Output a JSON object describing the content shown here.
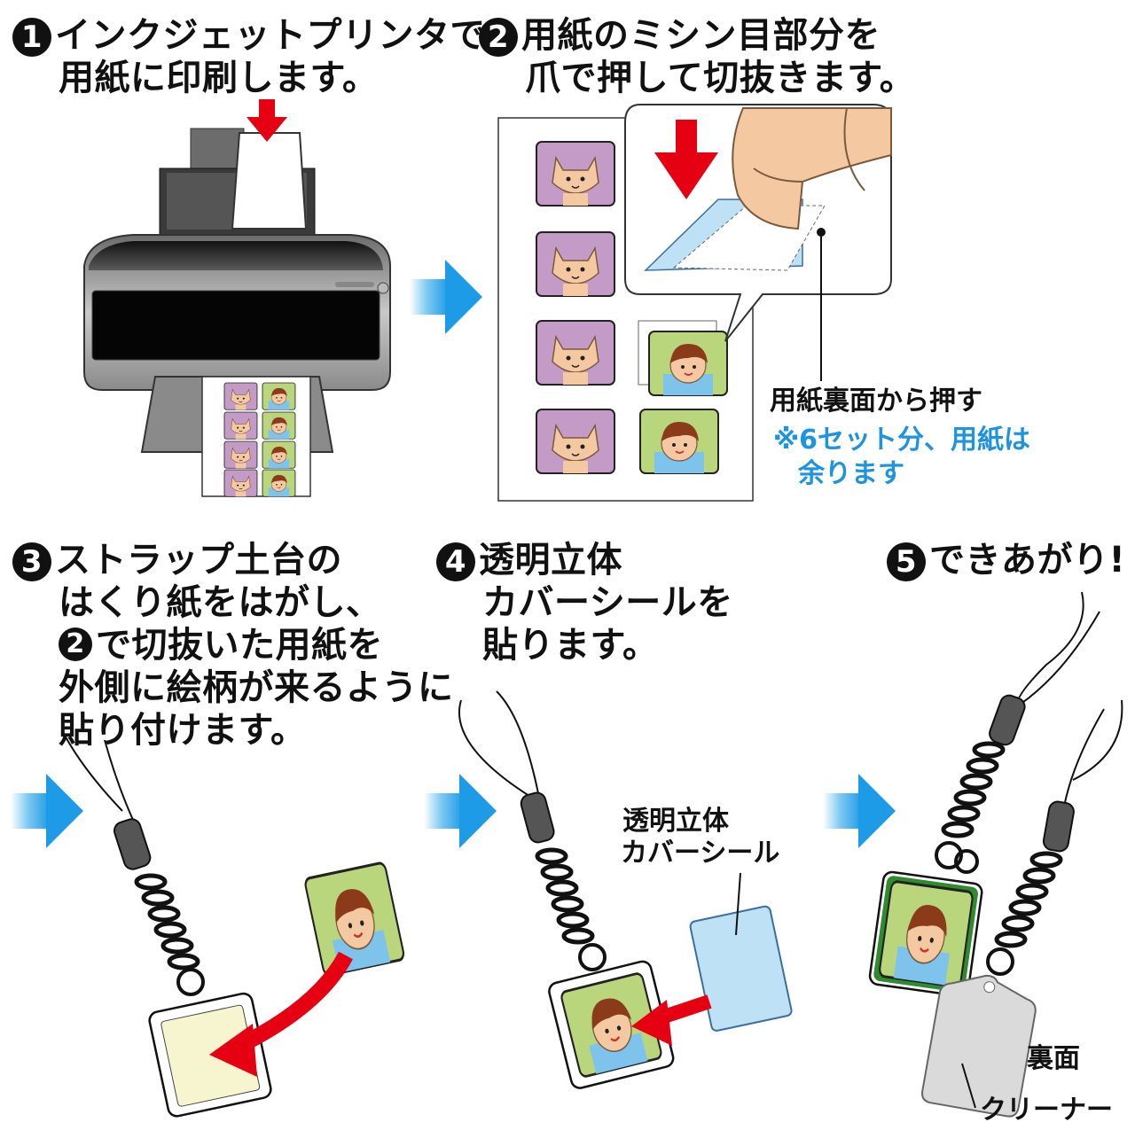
{
  "steps": [
    {
      "number": "1",
      "lines": [
        "インクジェットプリンタで",
        "用紙に印刷します。"
      ]
    },
    {
      "number": "2",
      "lines": [
        "用紙のミシン目部分を",
        "爪で押して切抜きます。"
      ]
    },
    {
      "number": "3",
      "lines": [
        "ストラップ土台の",
        "はくり紙をはがし、",
        "で切抜いた用紙を",
        "外側に絵柄が来るように",
        "貼り付けます。"
      ],
      "inline_ref": "2"
    },
    {
      "number": "4",
      "lines": [
        "透明立体",
        "カバーシールを",
        "貼ります。"
      ]
    },
    {
      "number": "5",
      "lines": [
        "できあがり!"
      ]
    }
  ],
  "labels": {
    "press_from_back": "用紙裏面から押す",
    "note_line1": "※6セット分、用紙は",
    "note_line2": "余ります",
    "cover_seal_line1": "透明立体",
    "cover_seal_line2": "カバーシール",
    "back_side": "裏面",
    "cleaner": "クリーナー"
  },
  "colors": {
    "arrow_blue": "#1e9be6",
    "arrow_red": "#e50012",
    "note_blue": "#1e93df",
    "card_purple": "#c49ac6",
    "card_green": "#b9d67d",
    "skin": "#f4c9a1",
    "film_blue": "#bfe1f6"
  }
}
